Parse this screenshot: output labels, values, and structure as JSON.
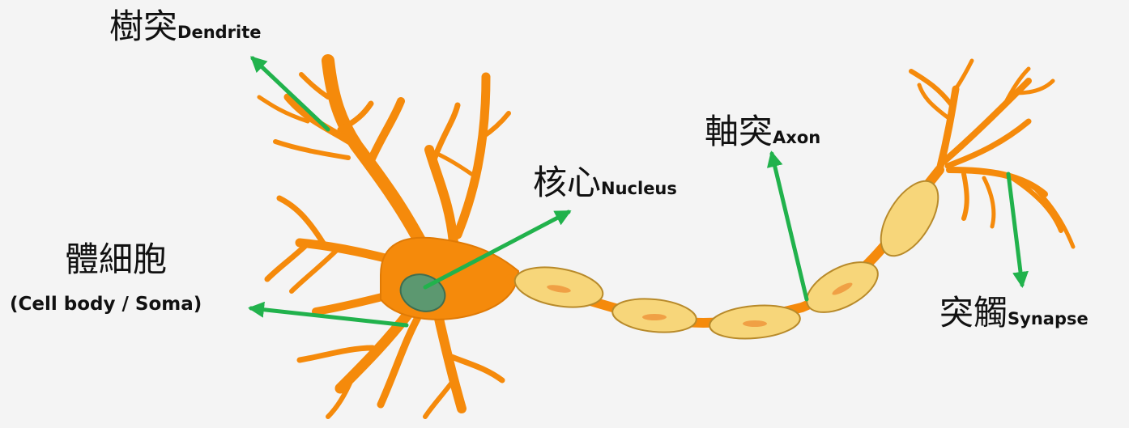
{
  "colors": {
    "background": "#f4f4f4",
    "neuron_fill": "#f58a0b",
    "neuron_outline": "#d06a00",
    "myelin_fill": "#f7d67a",
    "myelin_outline": "#b88a2a",
    "nucleus_fill": "#5c9870",
    "arrow": "#21b24c"
  },
  "labels": {
    "dendrite": {
      "zh": "樹突",
      "en": "Dendrite"
    },
    "nucleus": {
      "zh": "核心",
      "en": "Nucleus"
    },
    "cell_body": {
      "zh": "體細胞",
      "en": "(Cell body /  Soma)"
    },
    "axon": {
      "zh": "軸突",
      "en": "Axon"
    },
    "synapse": {
      "zh": "突觸",
      "en": "Synapse"
    }
  }
}
